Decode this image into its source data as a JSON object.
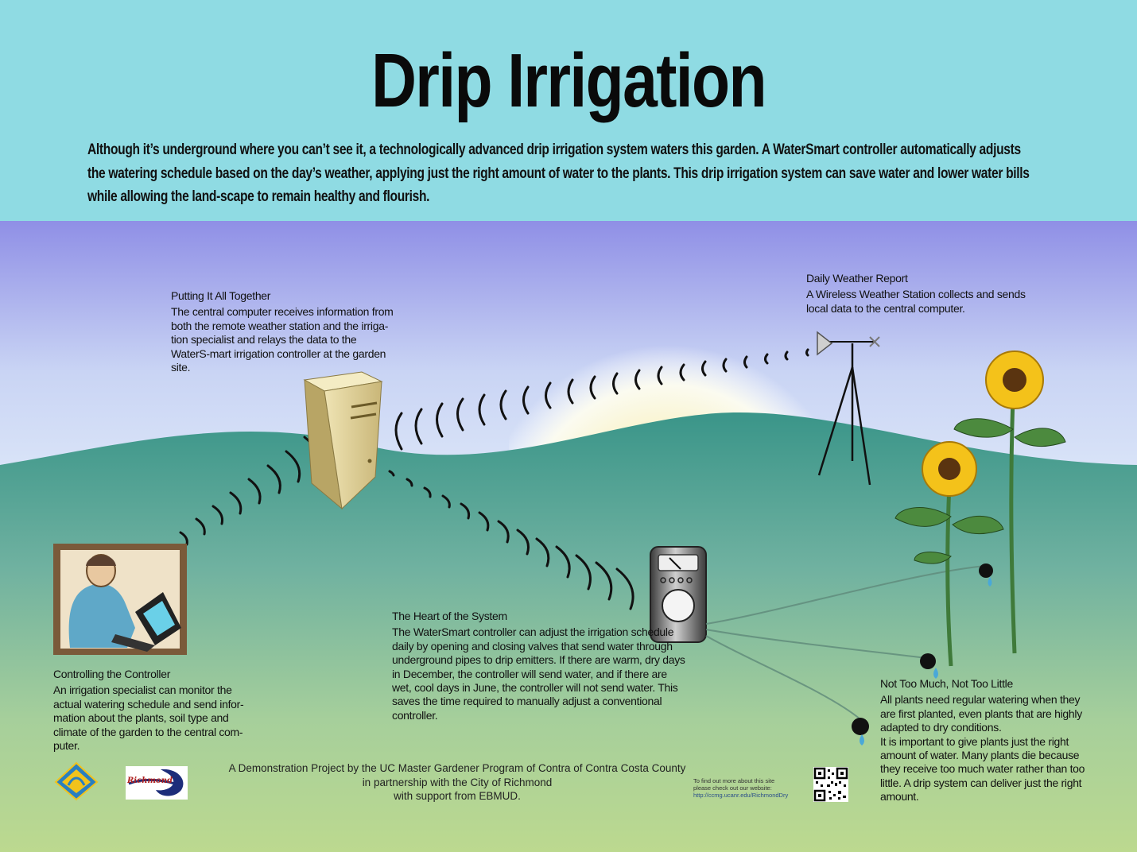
{
  "header": {
    "title": "Drip Irrigation",
    "intro": "Although it’s underground where you can’t see it, a technologically advanced drip irrigation system waters this garden. A WaterSmart controller automatically adjusts the watering schedule based on the day’s weather, applying just the right amount of water to the plants. This drip irrigation system can save water and lower water bills while allowing the land-scape to remain healthy and flourish."
  },
  "sections": {
    "together": {
      "heading": "Putting It All Together",
      "body": "The central computer receives information from both the remote weather station and the irriga-tion specialist and relays the data to the WaterS-mart irrigation controller at the garden site."
    },
    "weather": {
      "heading": "Daily Weather Report",
      "body": "A Wireless Weather Station collects and sends local data to the central computer."
    },
    "heart": {
      "heading": "The Heart of the System",
      "body": "The WaterSmart controller can adjust the irrigation schedule daily by opening and closing valves that send water through underground pipes to drip emitters. If there are warm, dry days in December, the controller will send water, and if there are wet, cool days in June, the controller will not send water. This saves the time required to manually adjust a conventional controller."
    },
    "controller": {
      "heading": "Controlling the Controller",
      "body": "An irrigation specialist can monitor the actual watering schedule and send infor-mation about the plants, soil type and climate of the garden to the central com-puter."
    },
    "notmuch": {
      "heading": "Not Too Much, Not Too Little",
      "body1": "All plants need regular watering when they are first planted, even plants that are highly adapted to dry conditions.",
      "body2": "It is important to give plants just the right amount of water. Many plants die because they receive too much water rather than too little. A drip system can deliver just the right amount."
    }
  },
  "credits": {
    "line1": "A Demonstration Project by the UC Master Gardener Program of Contra of Contra Costa County",
    "line2": "in partnership with the City of Richmond",
    "line3": "with support from EBMUD."
  },
  "weblink": {
    "line1": "To find out more about this site",
    "line2": "please check out our website:",
    "url": "http://ccmg.ucanr.edu/RichmondDry"
  },
  "logos": {
    "richmond": "Richmond"
  },
  "colors": {
    "header_bg": "#8fdbe3",
    "sky_top": "#8f8fe6",
    "hill_teal": "#3f9a8c",
    "ground_light": "#b9d89a",
    "sun_yellow": "#f6e27a",
    "sunflower_yellow": "#f4c21a"
  },
  "icons": [
    "central-computer-icon",
    "weather-station-icon",
    "controller-device-icon",
    "specialist-laptop-icon",
    "sunflower-icon",
    "drip-emitter-icon",
    "qr-code-icon",
    "master-gardener-logo-icon",
    "richmond-logo-icon"
  ]
}
